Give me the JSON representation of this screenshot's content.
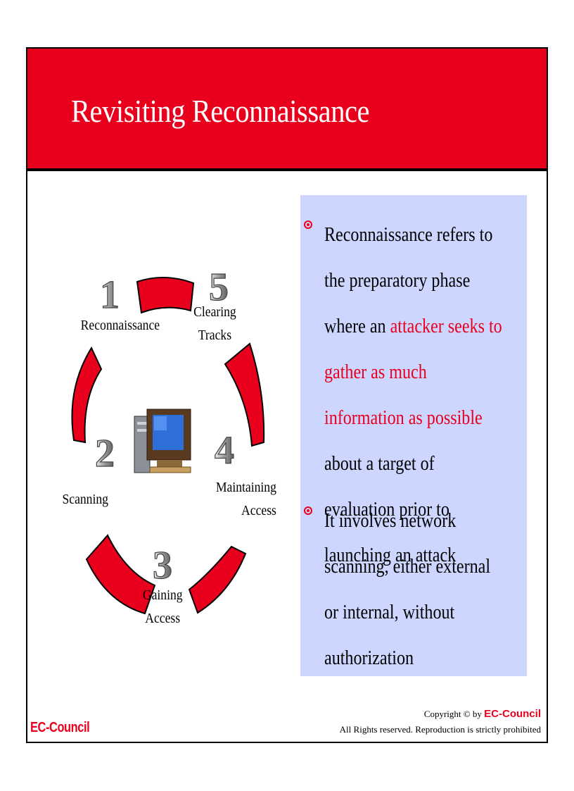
{
  "title": "Revisiting Reconnaissance",
  "cycle": {
    "phases": [
      {
        "number": "1",
        "label": "Reconnaissance"
      },
      {
        "number": "2",
        "label": "Scanning"
      },
      {
        "number": "3",
        "label_line1": "Gaining",
        "label_line2": "Access"
      },
      {
        "number": "4",
        "label_line1": "Maintaining",
        "label_line2": "Access"
      },
      {
        "number": "5",
        "label_line1": "Clearing",
        "label_line2": "Tracks"
      }
    ],
    "center_icon": "computer-icon"
  },
  "bullets": [
    {
      "part1": "Reconnaissance refers to the preparatory phase where an ",
      "highlight": "attacker seeks to gather as much information as possible",
      "part2": " about a target of evaluation prior to launching an attack"
    },
    {
      "text": "It involves network scanning, either external or internal, without authorization"
    }
  ],
  "footer": {
    "logo": "EC-Council",
    "copyright_prefix": "Copyright © by ",
    "copyright_logo": "EC-Council",
    "rights": "All Rights reserved. Reproduction is strictly prohibited"
  },
  "colors": {
    "accent": "#e8001c",
    "panel": "#ccd6ff"
  }
}
